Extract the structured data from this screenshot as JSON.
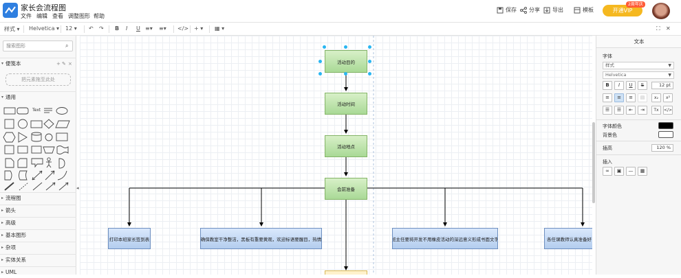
{
  "app": {
    "title": "家长会流程图",
    "menus": [
      "文件",
      "编辑",
      "查看",
      "调整图形",
      "帮助"
    ]
  },
  "topbar": {
    "actions": [
      "保存",
      "分享",
      "导出",
      "模板"
    ],
    "vip_label": "开通VIP",
    "vip_badge": "2周年庆"
  },
  "toolbar": {
    "style": "样式",
    "font": "Helvetica",
    "size": "12"
  },
  "sidebar": {
    "search_placeholder": "搜索图形",
    "notes_title": "便笺本",
    "dropzone": "把元素拖至此处",
    "general_title": "通用",
    "text_shape_label": "Text",
    "sections": [
      "流程图",
      "箭头",
      "高级",
      "基本图形",
      "杂项",
      "实体关系",
      "UML"
    ]
  },
  "panel": {
    "tab": "文本",
    "font_label": "字体",
    "style_select": "样式",
    "font_select": "Helvetica",
    "font_size": "12 pt",
    "font_color_label": "字体颜色",
    "bg_color_label": "背景色",
    "line_height_label": "插高",
    "line_height": "120 %",
    "insert_label": "插入",
    "colors": {
      "font": "#000000",
      "background": "#ffffff"
    }
  },
  "diagram": {
    "nodes": [
      {
        "id": "n1",
        "label": "活动目的"
      },
      {
        "id": "n2",
        "label": "活动时间"
      },
      {
        "id": "n3",
        "label": "活动地点"
      },
      {
        "id": "n4",
        "label": "会前准备"
      },
      {
        "id": "b1",
        "label": "打印本班家长签到表"
      },
      {
        "id": "b2",
        "label": "确保教室干净整洁，黑板有重要黄观，欢迎标语要醒目，热情"
      },
      {
        "id": "b3",
        "label": "班主任要将开发不用橡皮活动的深远意义形成书面文字"
      },
      {
        "id": "b4",
        "label": "各任课教师认真准备好"
      }
    ]
  }
}
